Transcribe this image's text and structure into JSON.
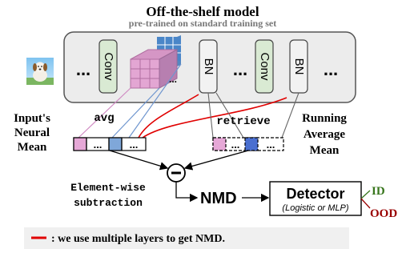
{
  "model": {
    "title": "Off-the-shelf model",
    "subtitle": "pre-trained on standard training set",
    "layers": [
      "Conv",
      "BN",
      "Conv",
      "BN"
    ],
    "ellipsis": "..."
  },
  "inputs_mean": {
    "line1": "Input's",
    "line2": "Neural",
    "line3": "Mean"
  },
  "running_mean": {
    "line1": "Running",
    "line2": "Average",
    "line3": "Mean"
  },
  "ops": {
    "avg": "avg",
    "retrieve": "retrieve",
    "subtract_symbol": "−",
    "elementwise_line1": "Element-wise",
    "elementwise_line2": "subtraction"
  },
  "vector_dots": "...",
  "nmd": "NMD",
  "detector": {
    "title": "Detector",
    "subtitle": "(Logistic or MLP)"
  },
  "outputs": {
    "id": "ID",
    "ood": "OOD"
  },
  "legend": {
    "text": ": we use multiple layers to get NMD."
  },
  "colors": {
    "conv_fill": "#d9ead3",
    "bn_fill": "#f2f2f2",
    "pink": "#e6a8d7",
    "blue": "#7fa7d9",
    "red": "#e00000",
    "id_green": "#38761d",
    "ood_red": "#990000",
    "panel_gray": "#f0f0f0"
  },
  "icons": {
    "input_image": "dog-photo-icon"
  }
}
